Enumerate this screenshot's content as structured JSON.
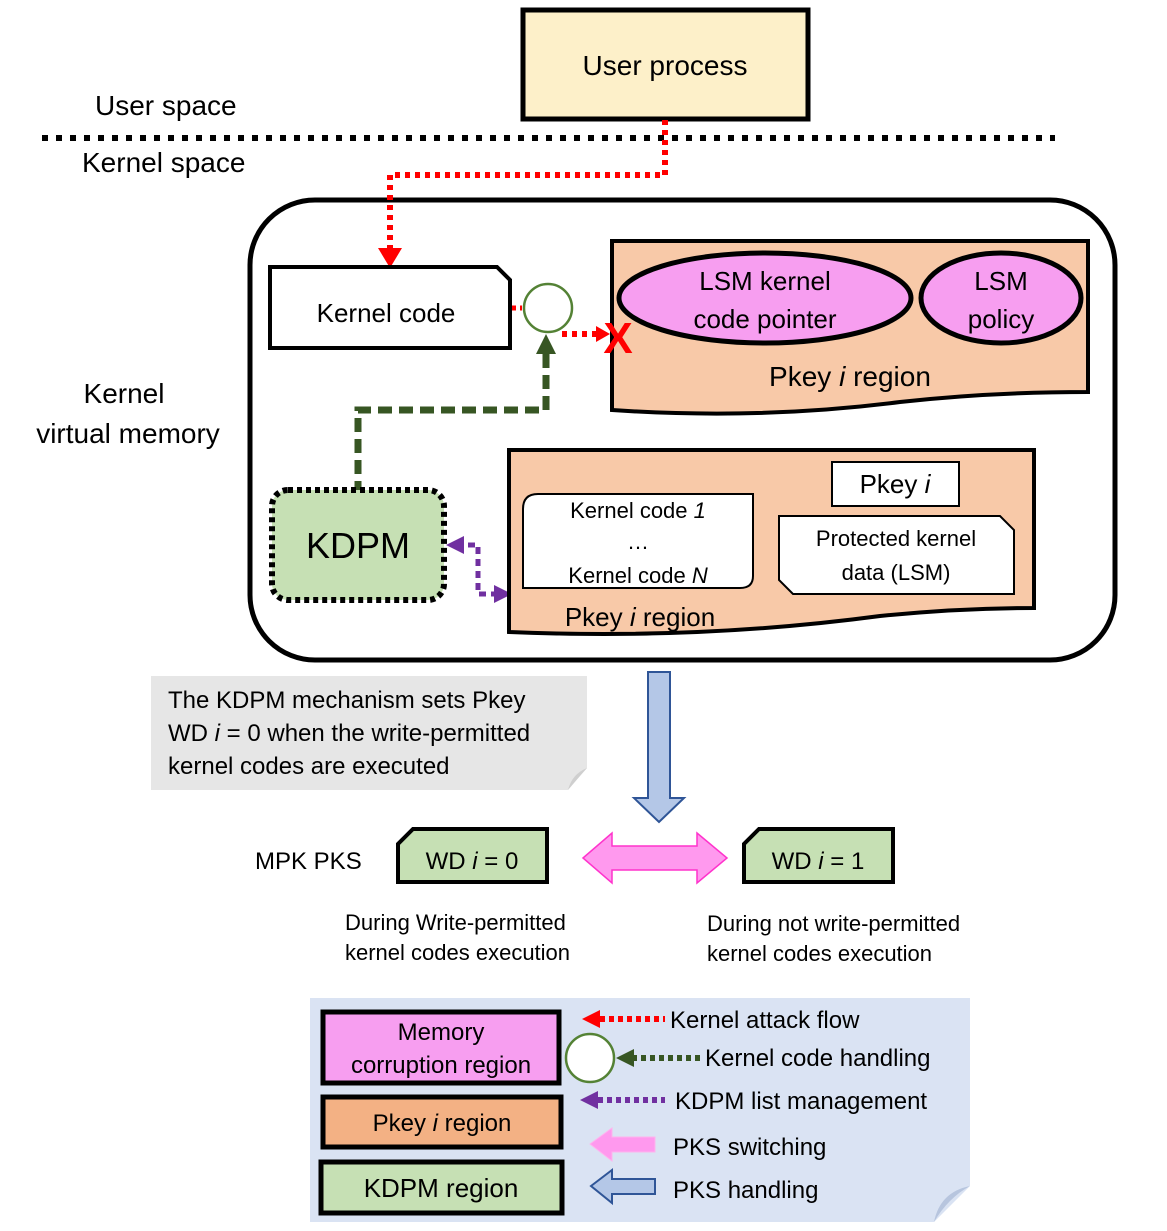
{
  "user_process": "User process",
  "user_space": "User space",
  "kernel_space": "Kernel space",
  "kernel_vm_line1": "Kernel",
  "kernel_vm_line2": "virtual memory",
  "kernel_code": "Kernel code",
  "lsm_pointer_line1": "LSM kernel",
  "lsm_pointer_line2": "code pointer",
  "lsm_policy_line1": "LSM",
  "lsm_policy_line2": "policy",
  "pkey_region_prefix": "Pkey ",
  "pkey_region_var": "i",
  "pkey_region_suffix": " region",
  "kdpm": "KDPM",
  "kc_list_line1_prefix": "Kernel code ",
  "kc_list_line1_var": "1",
  "kc_list_ellipsis": "…",
  "kc_list_line3_prefix": "Kernel code ",
  "kc_list_line3_var": "N",
  "pkey_tag_prefix": "Pkey ",
  "pkey_tag_var": "i",
  "protected_line1": "Protected kernel",
  "protected_line2": "data (LSM)",
  "note_line1": "The KDPM mechanism sets Pkey",
  "note_line2_prefix": "WD ",
  "note_line2_var": "i",
  "note_line2_suffix": " = 0 when the write-permitted",
  "note_line3": "kernel codes are executed",
  "mpk_pks": "MPK PKS",
  "wd_prefix": "WD ",
  "wd_var": "i",
  "wd0_suffix": " = 0",
  "wd1_suffix": " = 1",
  "wd0_desc_line1": "During Write-permitted",
  "wd0_desc_line2": "kernel codes execution",
  "wd1_desc_line1": "During not  write-permitted",
  "wd1_desc_line2": "kernel codes execution",
  "legend": {
    "memory_line1": "Memory",
    "memory_line2": "corruption region",
    "pkey_prefix": "Pkey ",
    "pkey_var": "i",
    "pkey_suffix": " region",
    "kdpm_region": "KDPM region",
    "attack_flow": "Kernel attack flow",
    "code_handling": "Kernel code handling",
    "list_mgmt": "KDPM list management",
    "pks_switching": "PKS switching",
    "pks_handling": "PKS handling"
  },
  "colors": {
    "user_process_fill": "#fdf0c9",
    "pkey_region_fill": "#f8c9a8",
    "legend_pkey_fill": "#f3b184",
    "kdpm_fill": "#c6e0b4",
    "lsm_fill": "#f79ef0",
    "attack_red": "#ff0000",
    "handling_green": "#375623",
    "list_purple": "#7030a0",
    "pks_pink": "#ff99ee",
    "pks_blue": "#b4c7e7",
    "note_fill": "#e6e6e6",
    "legend_fill": "#dae3f3"
  }
}
